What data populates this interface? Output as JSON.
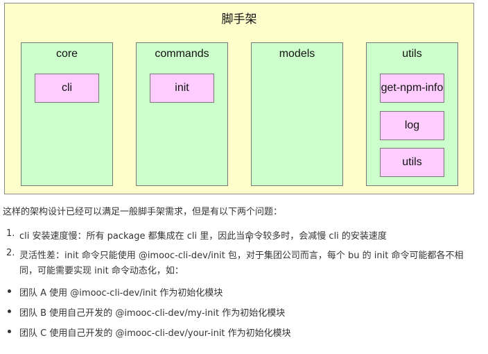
{
  "diagram": {
    "title": "脚手架",
    "columns": [
      {
        "name": "core",
        "items": [
          "cli"
        ]
      },
      {
        "name": "commands",
        "items": [
          "init"
        ]
      },
      {
        "name": "models",
        "items": []
      },
      {
        "name": "utils",
        "items": [
          "get-npm-info",
          "log",
          "utils"
        ]
      }
    ]
  },
  "intro": "这样的架构设计已经可以满足一般脚手架需求，但是有以下两个问题：",
  "problems": [
    {
      "num": "1.",
      "text": "cli 安装速度慢：所有 package 都集成在 cli 里，因此当命令较多时，会减慢 cli 的安装速度"
    },
    {
      "num": "2.",
      "line1": "灵活性差：init 命令只能使用 @imooc-cli-dev/init 包，对于集团公司而言，每个 bu 的 init 命令可能都各不相",
      "line2": "同，可能需要实现 init 命令动态化，如："
    }
  ],
  "bullets": [
    "团队 A 使用 @imooc-cli-dev/init 作为初始化模块",
    "团队 B 使用自己开发的 @imooc-cli-dev/my-init 作为初始化模块",
    "团队 C 使用自己开发的 @imooc-cli-dev/your-init 作为初始化模块"
  ]
}
